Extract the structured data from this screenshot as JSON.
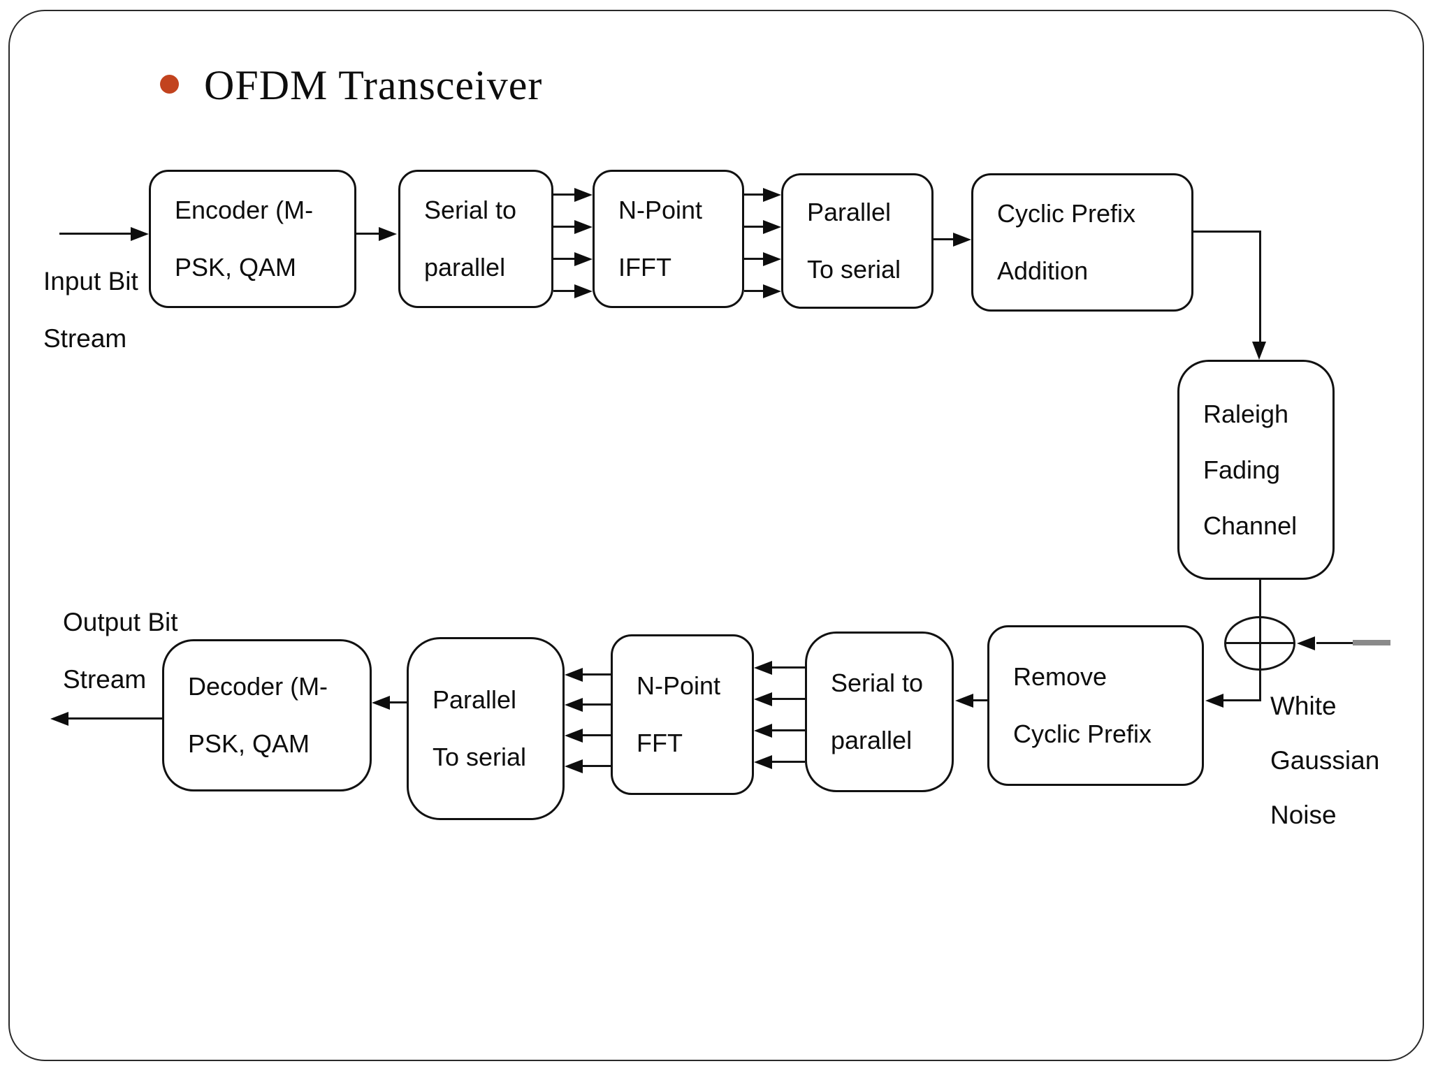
{
  "slide": {
    "title": "OFDM Transceiver",
    "bullet_color": "#c2431e"
  },
  "labels": {
    "input": [
      "Input Bit",
      "Stream"
    ],
    "output": [
      "Output Bit",
      "Stream"
    ],
    "noise": [
      "White",
      "Gaussian",
      "Noise"
    ]
  },
  "blocks": {
    "encoder": [
      "Encoder (M-",
      "PSK, QAM"
    ],
    "serial_to_parallel_tx": [
      "Serial to",
      "parallel"
    ],
    "ifft": [
      "N-Point",
      "IFFT"
    ],
    "parallel_to_serial_tx": [
      "Parallel",
      "To serial"
    ],
    "cyclic_prefix_addition": [
      "Cyclic Prefix",
      "Addition"
    ],
    "raleigh_fading_channel": [
      "Raleigh",
      "Fading",
      "Channel"
    ],
    "remove_cyclic_prefix": [
      "Remove",
      "Cyclic Prefix"
    ],
    "serial_to_parallel_rx": [
      "Serial to",
      "parallel"
    ],
    "fft": [
      "N-Point",
      "FFT"
    ],
    "parallel_to_serial_rx": [
      "Parallel",
      "To serial"
    ],
    "decoder": [
      "Decoder (M-",
      "PSK, QAM"
    ]
  }
}
